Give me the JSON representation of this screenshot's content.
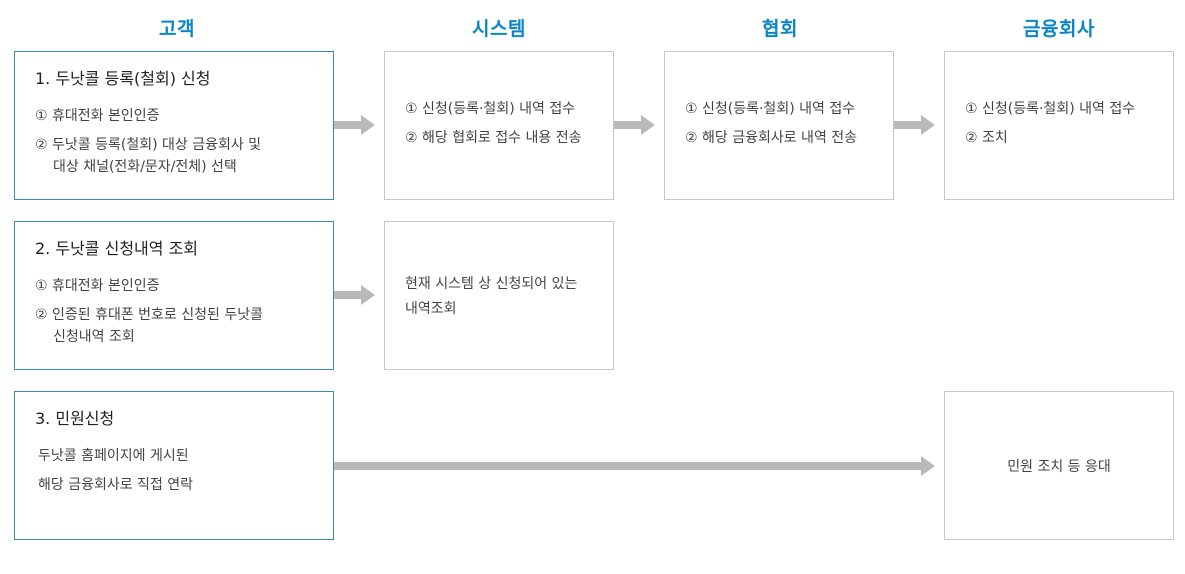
{
  "columns": [
    "고객",
    "시스템",
    "협회",
    "금융회사"
  ],
  "rows": [
    {
      "customer": {
        "title": "1. 두낫콜 등록(철회) 신청",
        "lines": [
          "① 휴대전화 본인인증",
          "② 두낫콜 등록(철회) 대상 금융회사 및",
          "대상 채널(전화/문자/전체) 선택"
        ]
      },
      "system": [
        "① 신청(등록·철회) 내역 접수",
        "② 해당 협회로 접수 내용 전송"
      ],
      "association": [
        "① 신청(등록·철회) 내역 접수",
        "② 해당 금융회사로 내역 전송"
      ],
      "financial": [
        "① 신청(등록·철회) 내역 접수",
        "② 조치"
      ]
    },
    {
      "customer": {
        "title": "2. 두낫콜 신청내역 조회",
        "lines": [
          "① 휴대전화 본인인증",
          "② 인증된 휴대폰 번호로 신청된 두낫콜",
          "신청내역 조회"
        ]
      },
      "system": [
        "현재 시스템 상 신청되어 있는",
        "내역조회"
      ]
    },
    {
      "customer": {
        "title": "3. 민원신청",
        "lines": [
          "두낫콜 홈페이지에 게시된",
          "해당 금융회사로 직접 연락"
        ]
      },
      "financial": "민원 조치 등 응대"
    }
  ],
  "colors": {
    "heading": "#0a86c8",
    "customer_border": "#3f8bb0",
    "box_border": "#c8c8c8",
    "arrow": "#b9b9b9"
  }
}
